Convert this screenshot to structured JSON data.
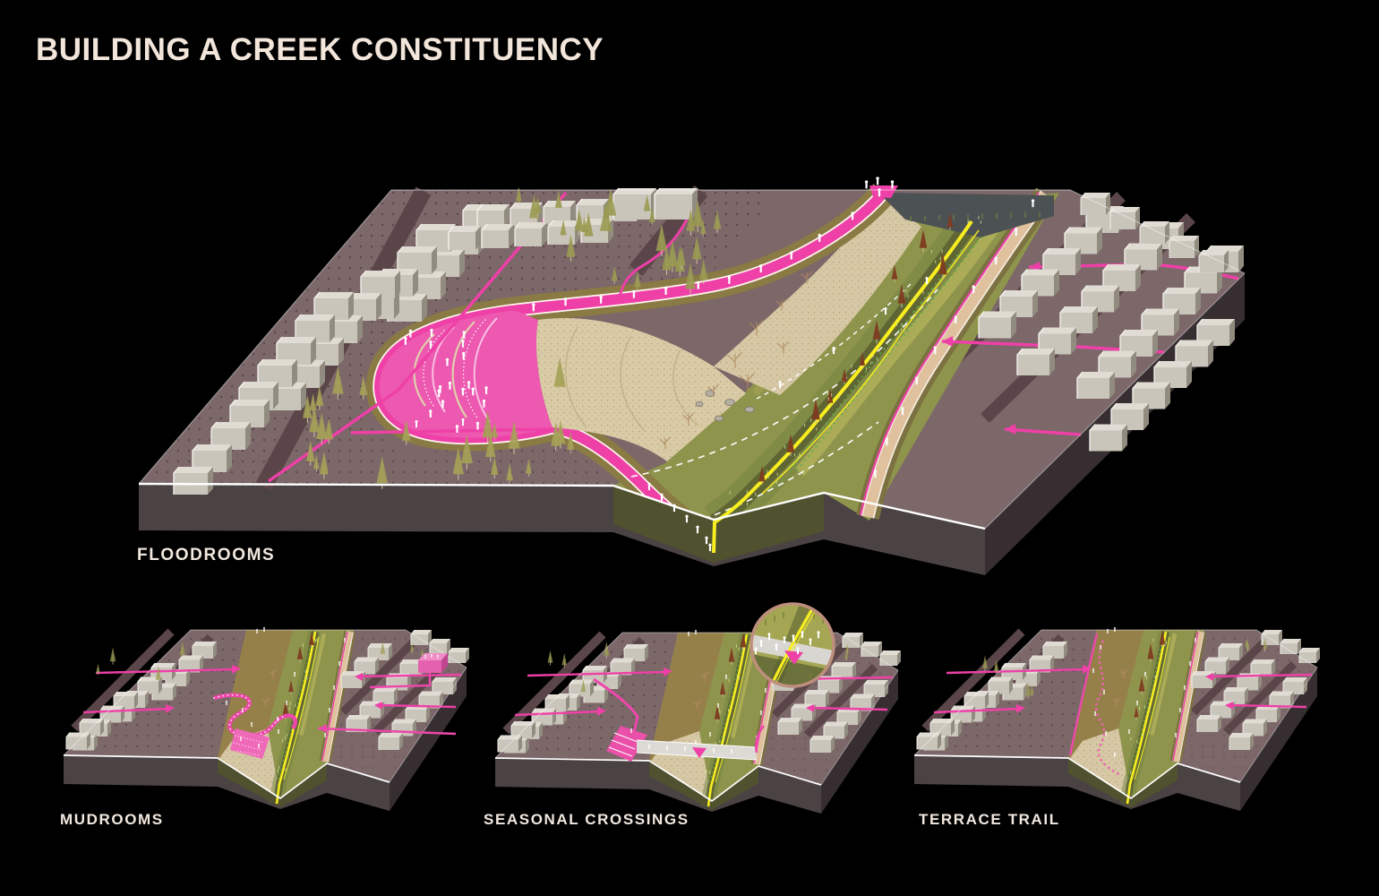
{
  "title": "BUILDING A CREEK CONSTITUENCY",
  "panels": {
    "floodrooms": {
      "label": "FLOODROOMS"
    },
    "mudrooms": {
      "label": "MUDROOMS"
    },
    "seasonal_crossings": {
      "label": "SEASONAL CROSSINGS"
    },
    "terrace_trail": {
      "label": "TERRACE TRAIL"
    }
  },
  "colors": {
    "background": "#000000",
    "title_text": "#f2e6db",
    "label_text": "#f1e8df",
    "ground_mauve": "#7c6769",
    "road": "#5a4649",
    "building_gray": "#c9c5bb",
    "block_front": "#4b4243",
    "block_side": "#372e31",
    "path_pink": "#ee40a7",
    "creek_yellow": "#f8ee20",
    "corridor_green": "#8f944c",
    "terrace_beige": "#d6c8a4",
    "tan_path": "#dfc19e",
    "olive_berm": "#8a7a44",
    "people_white": "#ffffff",
    "inset_ring": "#bd8f7c",
    "notch_gray": "#4c5154"
  }
}
